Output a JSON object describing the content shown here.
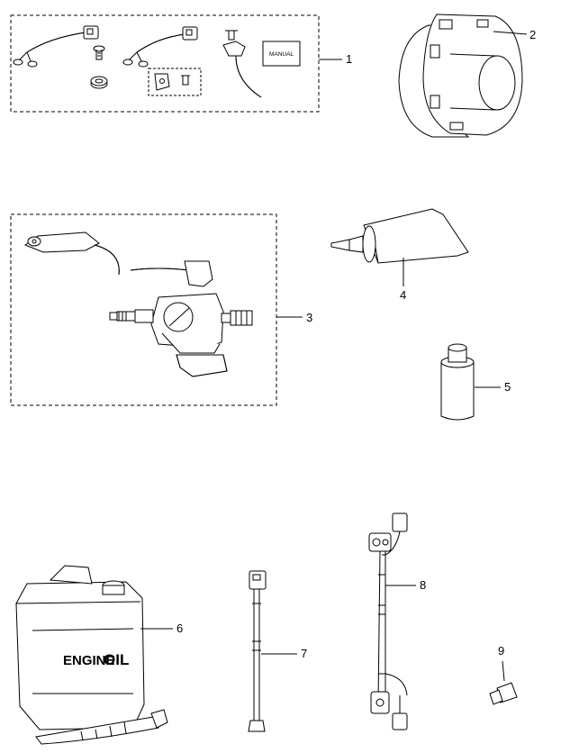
{
  "parts": [
    {
      "callout": "1",
      "contents": {
        "manual_label": "MANUAL"
      }
    },
    {
      "callout": "2"
    },
    {
      "callout": "3"
    },
    {
      "callout": "4"
    },
    {
      "callout": "5"
    },
    {
      "callout": "6",
      "container_label": {
        "word1": "ENGINE",
        "word2": "OIL"
      }
    },
    {
      "callout": "7"
    },
    {
      "callout": "8"
    },
    {
      "callout": "9"
    }
  ]
}
